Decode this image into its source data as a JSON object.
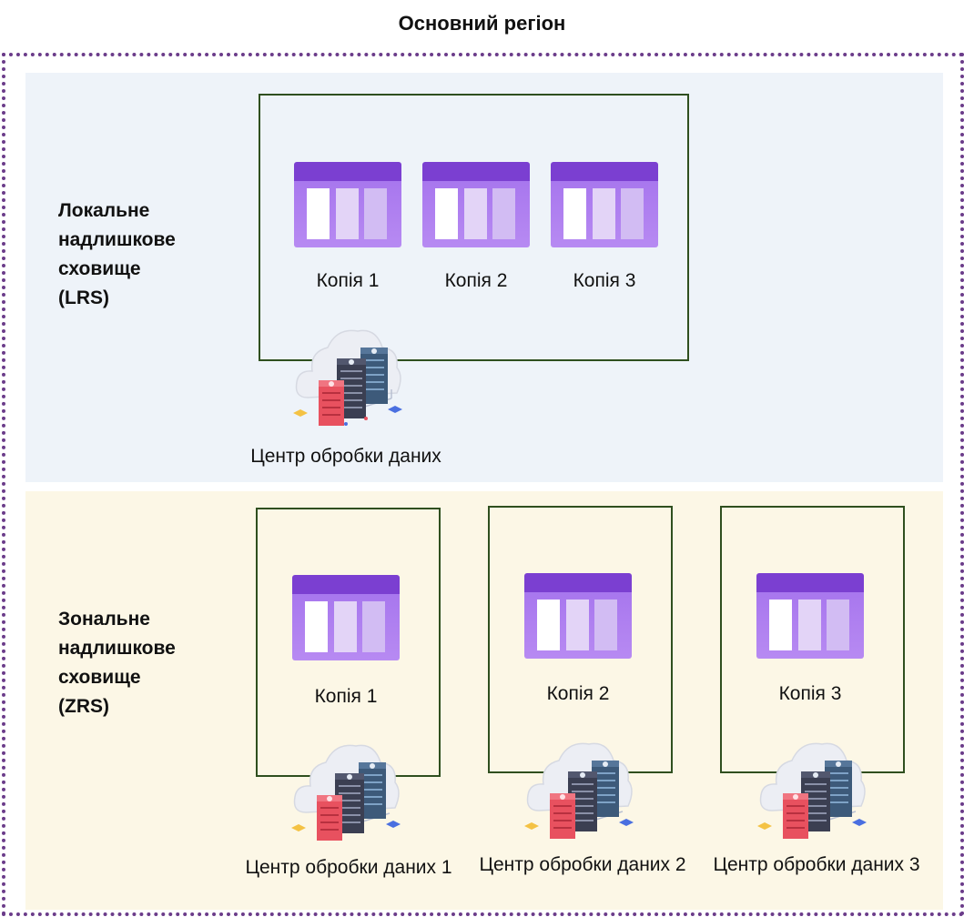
{
  "title": "Основний регіон",
  "colors": {
    "frame": "#6b3c8a",
    "lrs_band": "#eef3f9",
    "zrs_band": "#fcf7e6",
    "box_border": "#2f4f1f",
    "storage_top": "#7b3fd1",
    "storage_body": "#a877ee"
  },
  "lrs": {
    "label_lines": [
      "Локальне",
      "надлишкове",
      "сховище",
      "(LRS)"
    ],
    "copies": [
      "Копія 1",
      "Копія 2",
      "Копія 3"
    ],
    "datacenter": "Центр обробки даних",
    "icons": {
      "storage": "storage-account-icon",
      "datacenter": "datacenter-cloud-icon"
    }
  },
  "zrs": {
    "label_lines": [
      "Зональне",
      "надлишкове",
      "сховище",
      "(ZRS)"
    ],
    "zones": [
      {
        "copy": "Копія 1",
        "datacenter": "Центр обробки даних 1"
      },
      {
        "copy": "Копія 2",
        "datacenter": "Центр обробки даних 2"
      },
      {
        "copy": "Копія 3",
        "datacenter": "Центр обробки даних 3"
      }
    ]
  }
}
